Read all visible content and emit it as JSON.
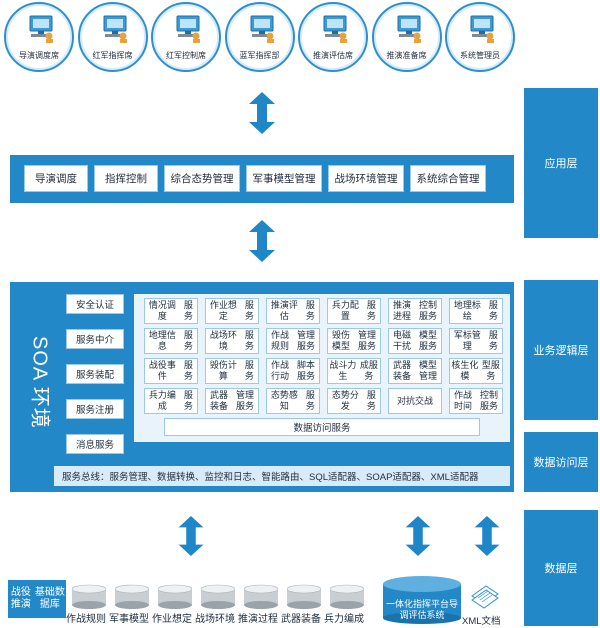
{
  "roles": [
    "导演调度席",
    "红军指挥席",
    "红军控制席",
    "蓝军指挥部",
    "推演评估席",
    "推演准备席",
    "系统管理员"
  ],
  "layers": [
    "应用层",
    "业务逻辑层",
    "数据访问层",
    "数据层"
  ],
  "app_modules": [
    "导演调度",
    "指挥控制",
    "综合态势管理",
    "军事模型管理",
    "战场环境管理",
    "系统综合管理"
  ],
  "soa": {
    "title": "SOA 环境",
    "left_services": [
      "安全认证",
      "服务中介",
      "服务装配",
      "服务注册",
      "消息服务"
    ],
    "grid": [
      [
        "情况调度|服务",
        "作业想定|服务",
        "推演评估|服务",
        "兵力配置|服务",
        "推演进程|控制服务",
        "地理标绘|服务"
      ],
      [
        "地理信息|服务",
        "战场环境|服务",
        "作战规则|管理服务",
        "毁伤模型|管理服务",
        "电磁干扰|模型服务",
        "军标管理|服务"
      ],
      [
        "战役事件|服务",
        "毁伤计算|服务",
        "作战行动|脚本服务",
        "战斗力生|成服务",
        "武器装备|模型管理",
        "核生化模|型服务"
      ],
      [
        "兵力编成|服务",
        "武器装备|管理服务",
        "态势感知|服务",
        "态势分发|服务",
        "对抗交战",
        "作战时间|控制服务"
      ]
    ],
    "data_access": "数据访问服务",
    "bus": "服务总线：服务管理、数据转换、监控和日志、智能路由、SQL适配器、SOAP适配器、XML适配器"
  },
  "data_layer": {
    "main_db": "战役推演|基础数据库",
    "databases": [
      "作战规则",
      "军事模型",
      "作业想定",
      "战场环境",
      "推演过程",
      "武器装备",
      "兵力编成"
    ],
    "platform": "一体化指挥平台|导调评估系统",
    "xml": "XML文档"
  },
  "colors": {
    "primary": "#2288c8",
    "panel": "#e8f3fb",
    "arrow": "#1f86c8"
  }
}
